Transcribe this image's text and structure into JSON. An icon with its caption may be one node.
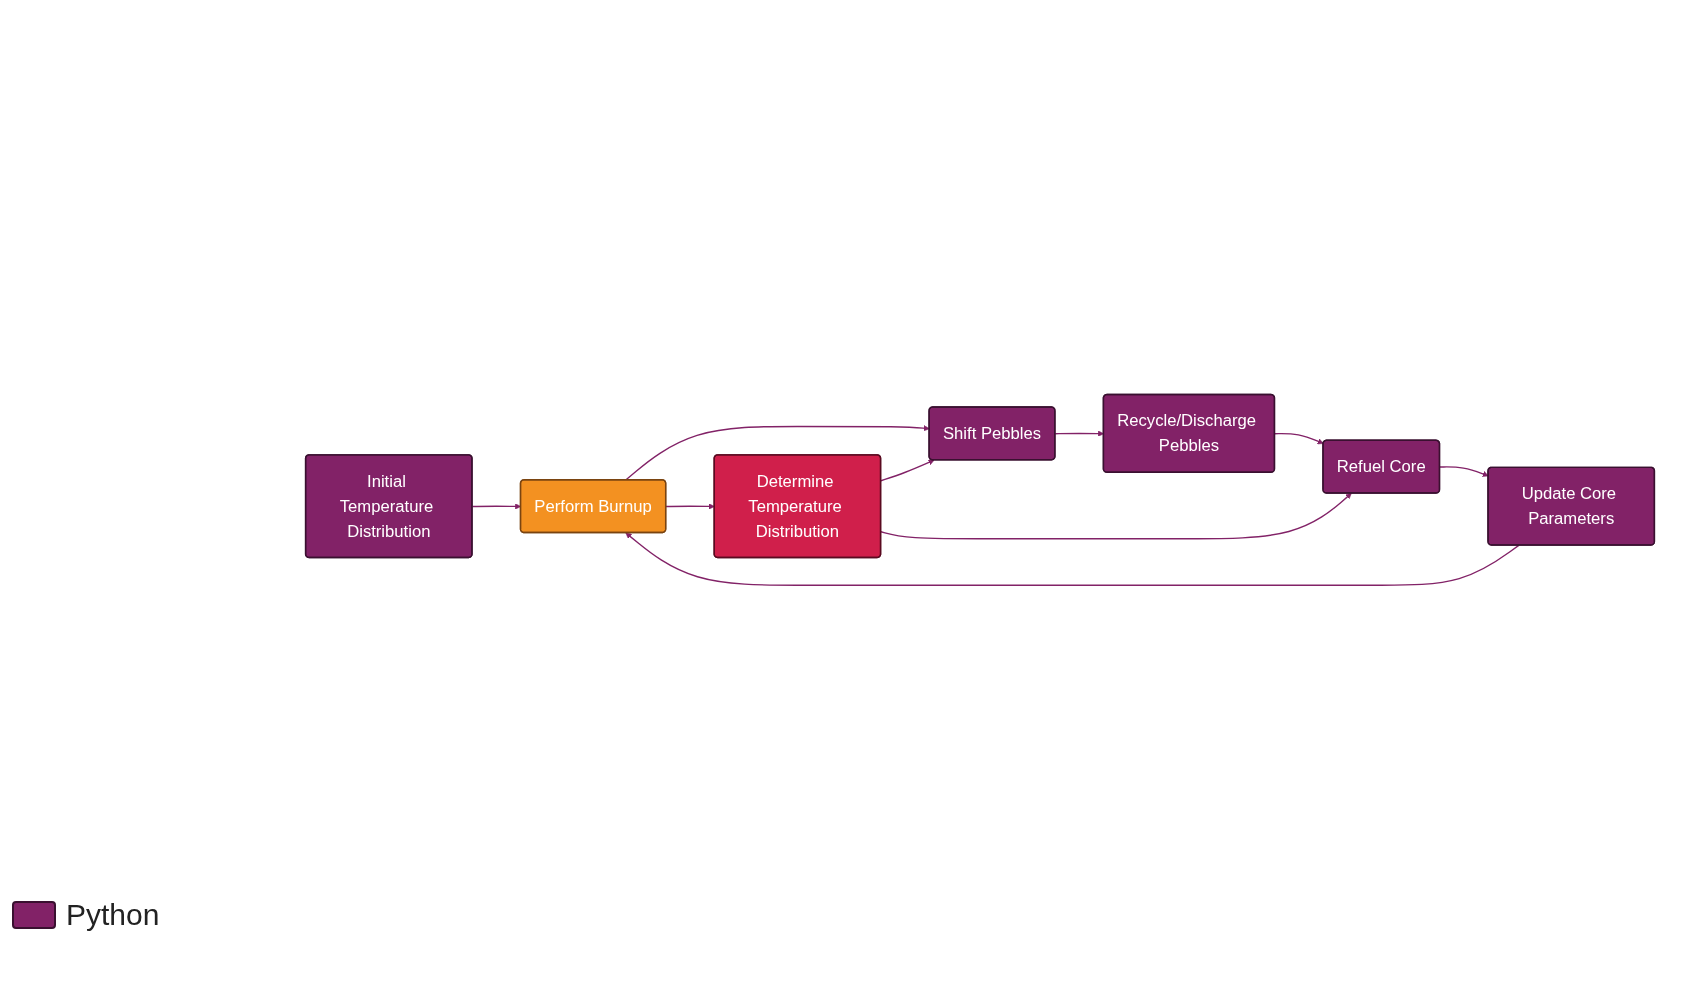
{
  "diagram": {
    "nodes": [
      {
        "text": [
          "Initial Temperature Distribution"
        ]
      },
      {
        "text": [
          "Perform Burnup"
        ]
      },
      {
        "text": [
          "Shift Pebbles"
        ]
      },
      {
        "text": [
          "Determine Temperature Distribution"
        ]
      },
      {
        "text": [
          "Recycle/Discharge Pebbles"
        ]
      },
      {
        "text": [
          "Refuel Core"
        ]
      },
      {
        "text": [
          "Update Core Parameters"
        ]
      }
    ],
    "edges": [
      {
        "from": 0,
        "to": 1,
        "arrow": "to"
      },
      {
        "from": 1,
        "to": 2,
        "arrow": "to"
      },
      {
        "from": 1,
        "to": 3,
        "arrow": "to"
      },
      {
        "from": 3,
        "to": 2,
        "arrow": "to"
      },
      {
        "from": 3,
        "to": 5,
        "arrow": "to"
      },
      {
        "from": 2,
        "to": 4,
        "arrow": "to"
      },
      {
        "from": 4,
        "to": 5,
        "arrow": "to"
      },
      {
        "from": 5,
        "to": 6,
        "arrow": "to"
      },
      {
        "from": 6,
        "to": 1,
        "arrow": "to"
      }
    ],
    "legend": [
      {
        "text": "Python",
        "color": "#822267"
      }
    ]
  }
}
